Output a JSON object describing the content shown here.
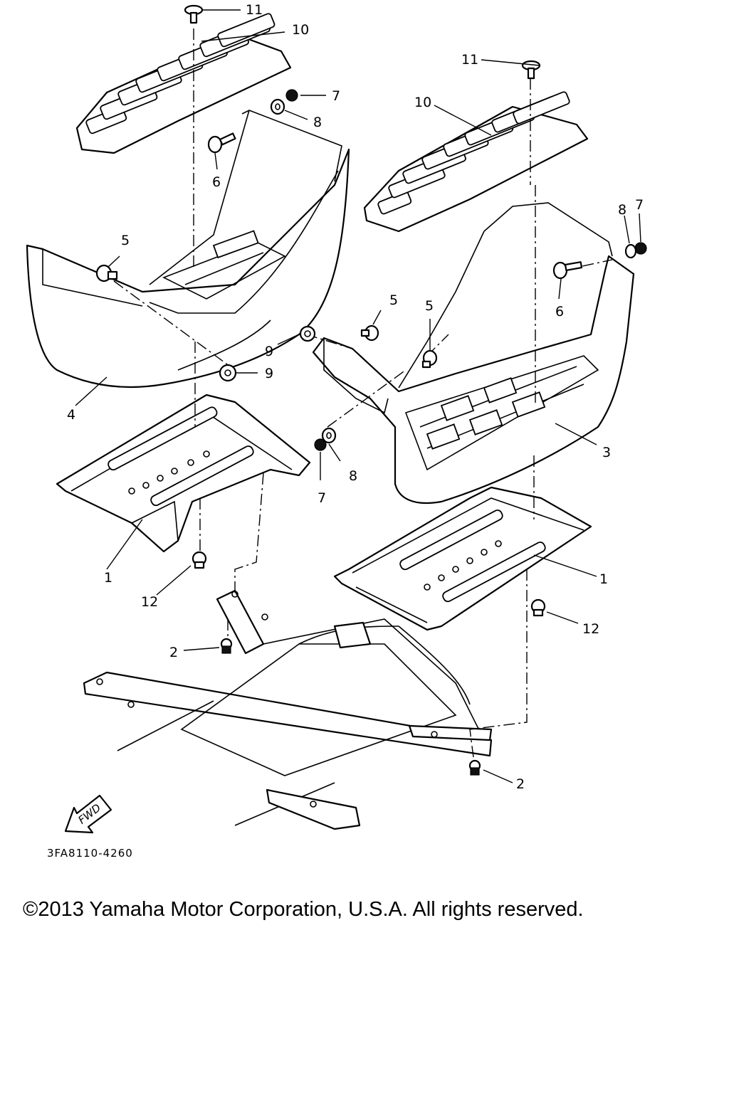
{
  "diagram": {
    "drawing_code": "3FA8110-4260",
    "fwd_label": "FWD",
    "callouts": [
      {
        "id": "c1a",
        "label": "1"
      },
      {
        "id": "c1b",
        "label": "1"
      },
      {
        "id": "c2a",
        "label": "2"
      },
      {
        "id": "c2b",
        "label": "2"
      },
      {
        "id": "c3",
        "label": "3"
      },
      {
        "id": "c4",
        "label": "4"
      },
      {
        "id": "c5a",
        "label": "5"
      },
      {
        "id": "c5b",
        "label": "5"
      },
      {
        "id": "c5c",
        "label": "5"
      },
      {
        "id": "c6a",
        "label": "6"
      },
      {
        "id": "c6b",
        "label": "6"
      },
      {
        "id": "c7a",
        "label": "7"
      },
      {
        "id": "c7b",
        "label": "7"
      },
      {
        "id": "c7c",
        "label": "7"
      },
      {
        "id": "c8a",
        "label": "8"
      },
      {
        "id": "c8b",
        "label": "8"
      },
      {
        "id": "c8c",
        "label": "8"
      },
      {
        "id": "c9a",
        "label": "9"
      },
      {
        "id": "c9b",
        "label": "9"
      },
      {
        "id": "c10a",
        "label": "10"
      },
      {
        "id": "c10b",
        "label": "10"
      },
      {
        "id": "c11a",
        "label": "11"
      },
      {
        "id": "c11b",
        "label": "11"
      },
      {
        "id": "c12a",
        "label": "12"
      },
      {
        "id": "c12b",
        "label": "12"
      }
    ]
  },
  "footer": {
    "copyright": "©2013 Yamaha Motor Corporation, U.S.A. All rights reserved."
  }
}
